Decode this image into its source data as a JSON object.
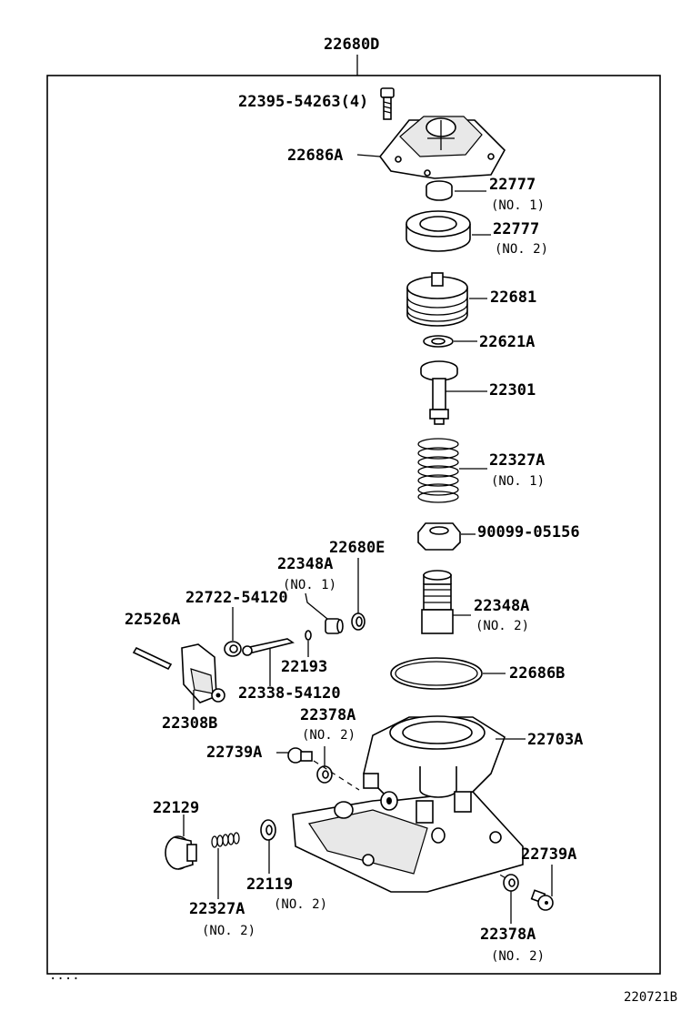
{
  "assembly_label": "22680D",
  "figure_id": "220721B",
  "parts": {
    "screw": {
      "no": "22395-54263(4)"
    },
    "cover": {
      "no": "22686A"
    },
    "diaphragm_small": {
      "no": "22777",
      "sub": "(NO. 1)"
    },
    "diaphragm_ring": {
      "no": "22777",
      "sub": "(NO. 2)"
    },
    "damper": {
      "no": "22681"
    },
    "washer_small": {
      "no": "22621A"
    },
    "valve_stem": {
      "no": "22301"
    },
    "spring_1": {
      "no": "22327A",
      "sub": "(NO. 1)"
    },
    "nut": {
      "no": "90099-05156"
    },
    "gasket_e": {
      "no": "22680E"
    },
    "plug_1": {
      "no": "22348A",
      "sub": "(NO. 1)"
    },
    "bolt_54120": {
      "no": "22722-54120"
    },
    "pin": {
      "no": "22526A"
    },
    "oring_small": {
      "no": "22193"
    },
    "shaft_54120": {
      "no": "22338-54120"
    },
    "plug_2": {
      "no": "22348A",
      "sub": "(NO. 2)"
    },
    "bracket": {
      "no": "22308B"
    },
    "oring_large": {
      "no": "22686B"
    },
    "gasket_378_upper": {
      "no": "22378A",
      "sub": "(NO. 2)"
    },
    "screw_739_upper": {
      "no": "22739A"
    },
    "body": {
      "no": "22703A"
    },
    "cap": {
      "no": "22129"
    },
    "washer_119": {
      "no": "22119",
      "sub": "(NO. 2)"
    },
    "spring_2": {
      "no": "22327A",
      "sub": "(NO. 2)"
    },
    "screw_739_lower": {
      "no": "22739A"
    },
    "gasket_378_lower": {
      "no": "22378A",
      "sub": "(NO. 2)"
    }
  }
}
